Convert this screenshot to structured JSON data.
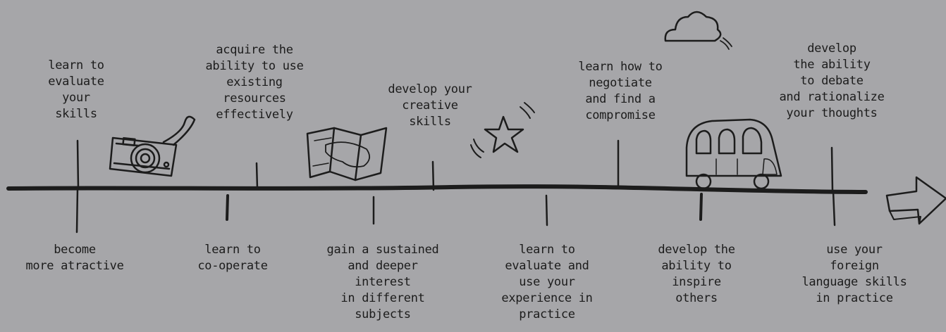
{
  "timeline": {
    "above": [
      {
        "lines": [
          "learn to",
          "evaluate",
          "your",
          "skills"
        ]
      },
      {
        "lines": [
          "acquire the",
          "ability to use",
          "existing",
          "resources",
          "effectively"
        ]
      },
      {
        "lines": [
          "develop your",
          "creative",
          "skills"
        ]
      },
      {
        "lines": [
          "learn how to",
          "negotiate",
          "and find a",
          "compromise"
        ]
      },
      {
        "lines": [
          "develop",
          "the ability",
          "to debate",
          "and rationalize",
          "your thoughts"
        ]
      }
    ],
    "below": [
      {
        "lines": [
          "become",
          "more atractive"
        ]
      },
      {
        "lines": [
          "learn to",
          "co-operate"
        ]
      },
      {
        "lines": [
          "gain a sustained",
          "and deeper",
          "interest",
          "in different",
          "subjects"
        ]
      },
      {
        "lines": [
          "learn to",
          "evaluate and",
          "use your",
          "experience in",
          "practice"
        ]
      },
      {
        "lines": [
          "develop the",
          "ability to",
          "inspire",
          "others"
        ]
      },
      {
        "lines": [
          "use your",
          "foreign",
          "language skills",
          "in practice"
        ]
      }
    ]
  },
  "illustrations": [
    "camera-icon",
    "map-icon",
    "star-icon",
    "cloud-icon",
    "car-icon",
    "arrow-icon"
  ],
  "colors": {
    "background": "#a6a6a9",
    "ink": "#1c1c1c"
  }
}
